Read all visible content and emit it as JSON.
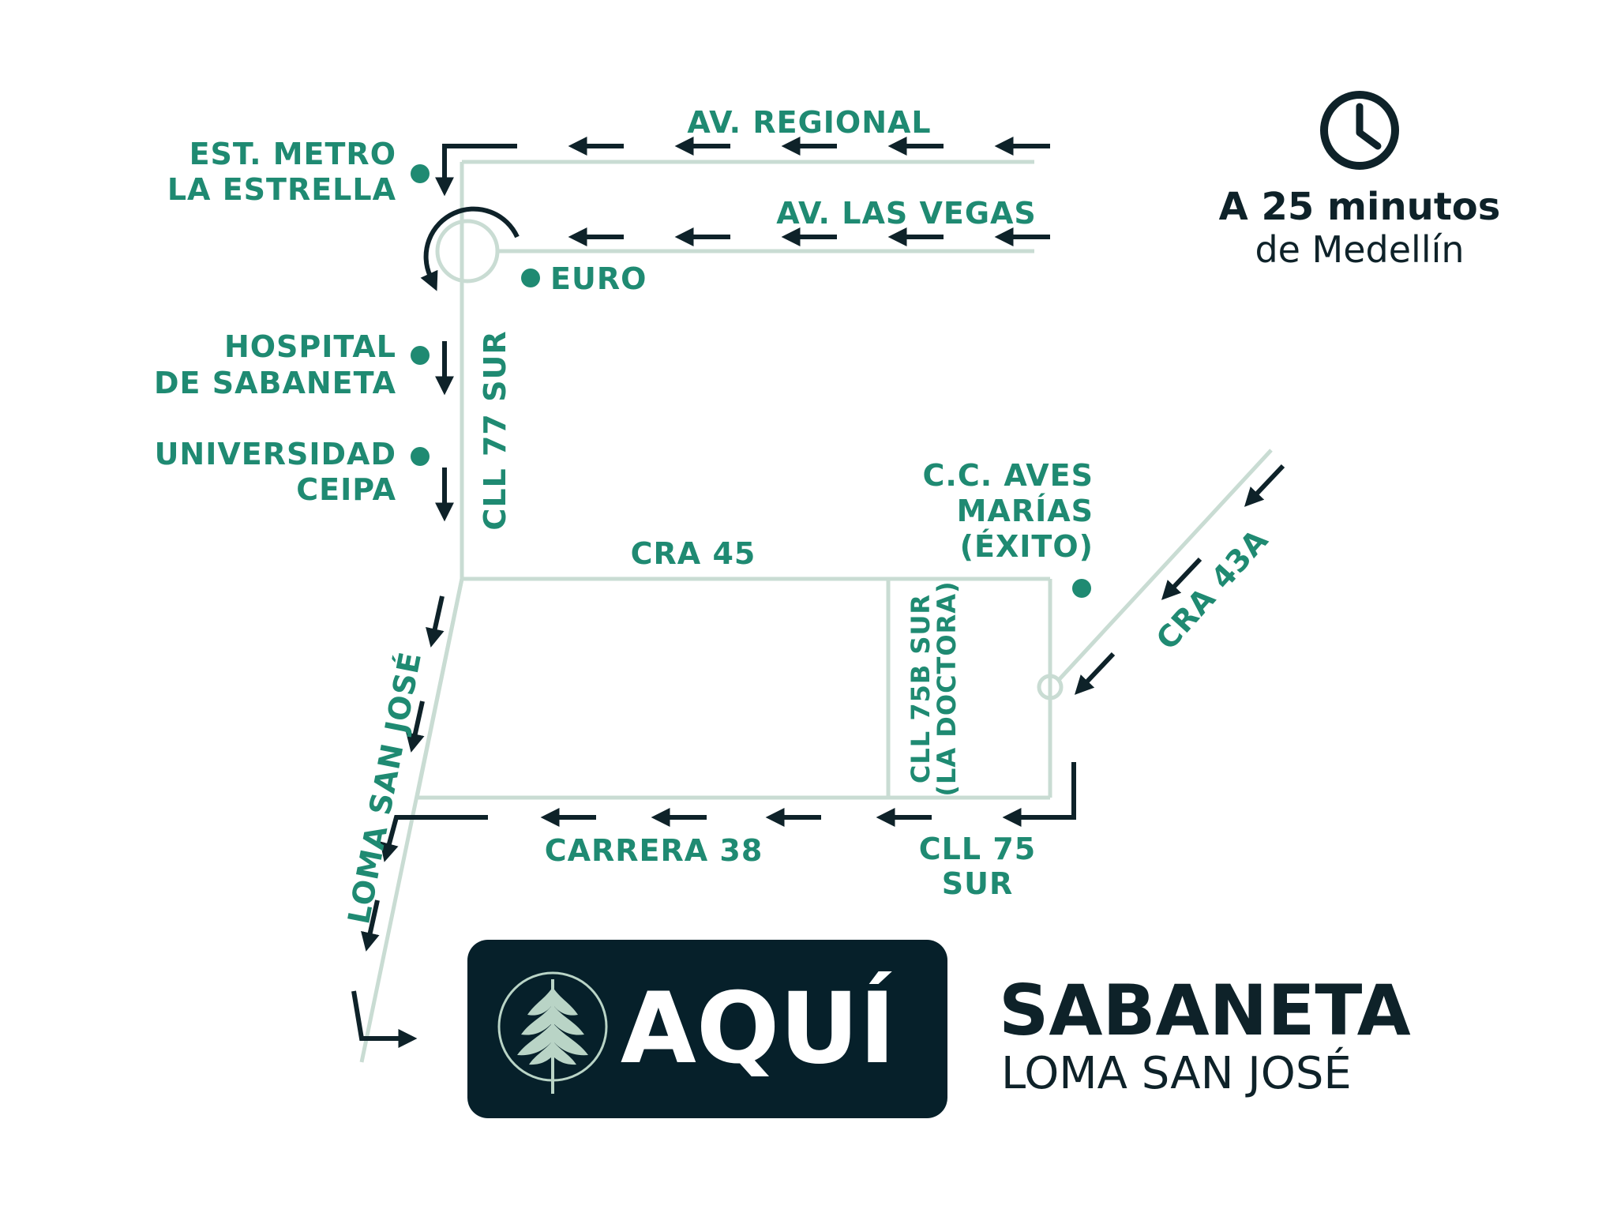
{
  "colors": {
    "road": "#c9dcd3",
    "label": "#1f8a72",
    "arrow": "#0e2229",
    "badge_bg": "#06202a",
    "badge_text": "#ffffff",
    "palm": "#b9d4c6"
  },
  "roads": {
    "av_regional": "AV. REGIONAL",
    "av_las_vegas": "AV. LAS VEGAS",
    "cll_77_sur": "CLL 77 SUR",
    "cra_45": "CRA 45",
    "cll_75b_sur_line1": "CLL 75B SUR",
    "cll_75b_sur_line2": "(LA DOCTORA)",
    "cra_43a": "CRA 43A",
    "carrera_38": "CARRERA 38",
    "cll_75_sur_line1": "CLL 75",
    "cll_75_sur_line2": "SUR",
    "loma_san_jose": "LOMA SAN JOSÉ"
  },
  "landmarks": {
    "metro_line1": "EST. METRO",
    "metro_line2": "LA ESTRELLA",
    "euro": "EURO",
    "hospital_line1": "HOSPITAL",
    "hospital_line2": "DE SABANETA",
    "universidad_line1": "UNIVERSIDAD",
    "universidad_line2": "CEIPA",
    "cc_line1": "C.C. AVES",
    "cc_line2": "MARÍAS",
    "cc_line3": "(ÉXITO)"
  },
  "travel_time": {
    "icon": "clock-icon",
    "strong": "A 25 minutos",
    "rest": "de Medellín"
  },
  "badge": {
    "logo": "palm-leaf-icon",
    "label": "AQUÍ"
  },
  "destination": {
    "city": "SABANETA",
    "place": "LOMA SAN JOSÉ"
  }
}
